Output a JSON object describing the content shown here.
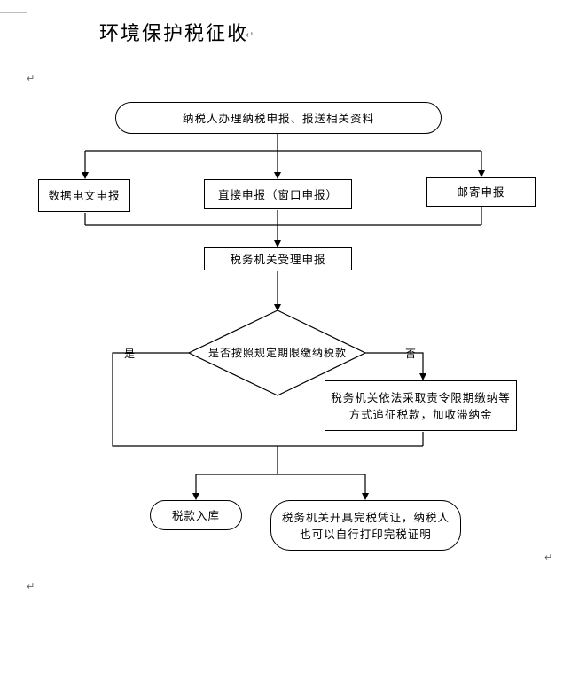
{
  "title": "环境保护税征收",
  "marks": {
    "para": "↵"
  },
  "nodes": {
    "start": "纳税人办理纳税申报、报送相关资料",
    "electronic": "数据电文申报",
    "direct": "直接申报（窗口申报）",
    "mail": "邮寄申报",
    "accept": "税务机关受理申报",
    "decision": "是否按照规定期限缴纳税款",
    "order": "税务机关依法采取责令限期缴纳等方式追征税款，加收滞纳金",
    "storage": "税款入库",
    "certificate": "税务机关开具完税凭证，纳税人也可以自行打印完税证明"
  },
  "labels": {
    "yes": "是",
    "no": "否"
  }
}
